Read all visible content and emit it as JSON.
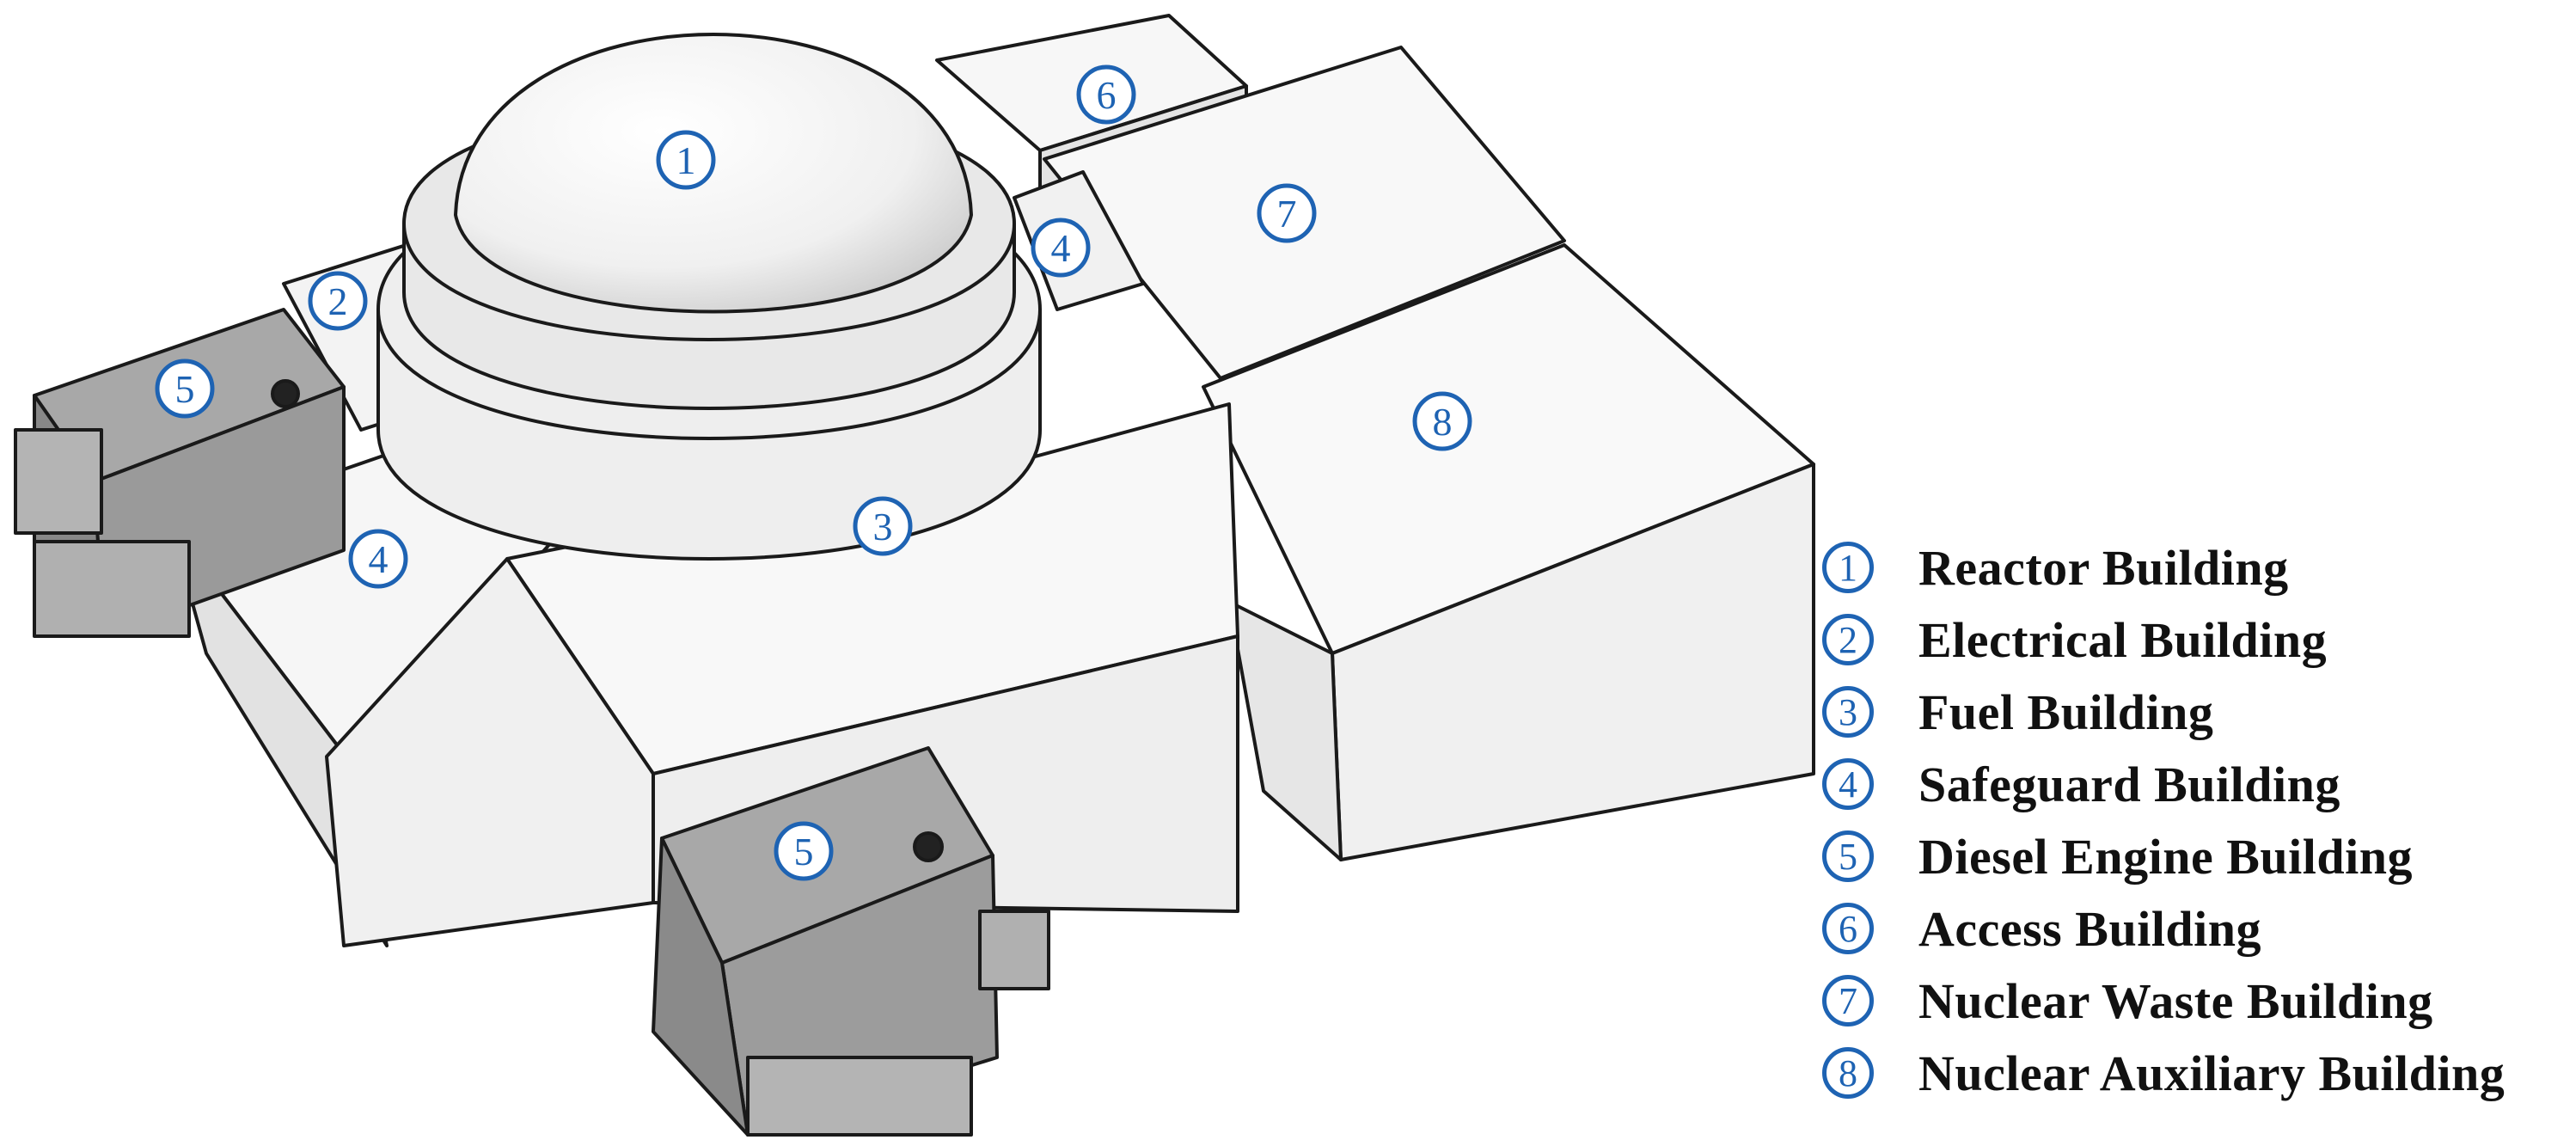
{
  "markers": [
    {
      "number": "1"
    },
    {
      "number": "2"
    },
    {
      "number": "3"
    },
    {
      "number": "4"
    },
    {
      "number": "4"
    },
    {
      "number": "5"
    },
    {
      "number": "5"
    },
    {
      "number": "6"
    },
    {
      "number": "7"
    },
    {
      "number": "8"
    }
  ],
  "legend": [
    {
      "number": "1",
      "label": "Reactor Building"
    },
    {
      "number": "2",
      "label": "Electrical Building"
    },
    {
      "number": "3",
      "label": "Fuel Building"
    },
    {
      "number": "4",
      "label": "Safeguard Building"
    },
    {
      "number": "5",
      "label": "Diesel Engine Building"
    },
    {
      "number": "6",
      "label": "Access Building"
    },
    {
      "number": "7",
      "label": "Nuclear Waste Building"
    },
    {
      "number": "8",
      "label": "Nuclear Auxiliary Building"
    }
  ],
  "colors": {
    "marker_blue": "#1e63b3",
    "outline": "#1a1a1a",
    "wall_light": "#f2f2f2",
    "wall_dark": "#d8d8d8",
    "diesel_grey": "#9a9a9a"
  }
}
